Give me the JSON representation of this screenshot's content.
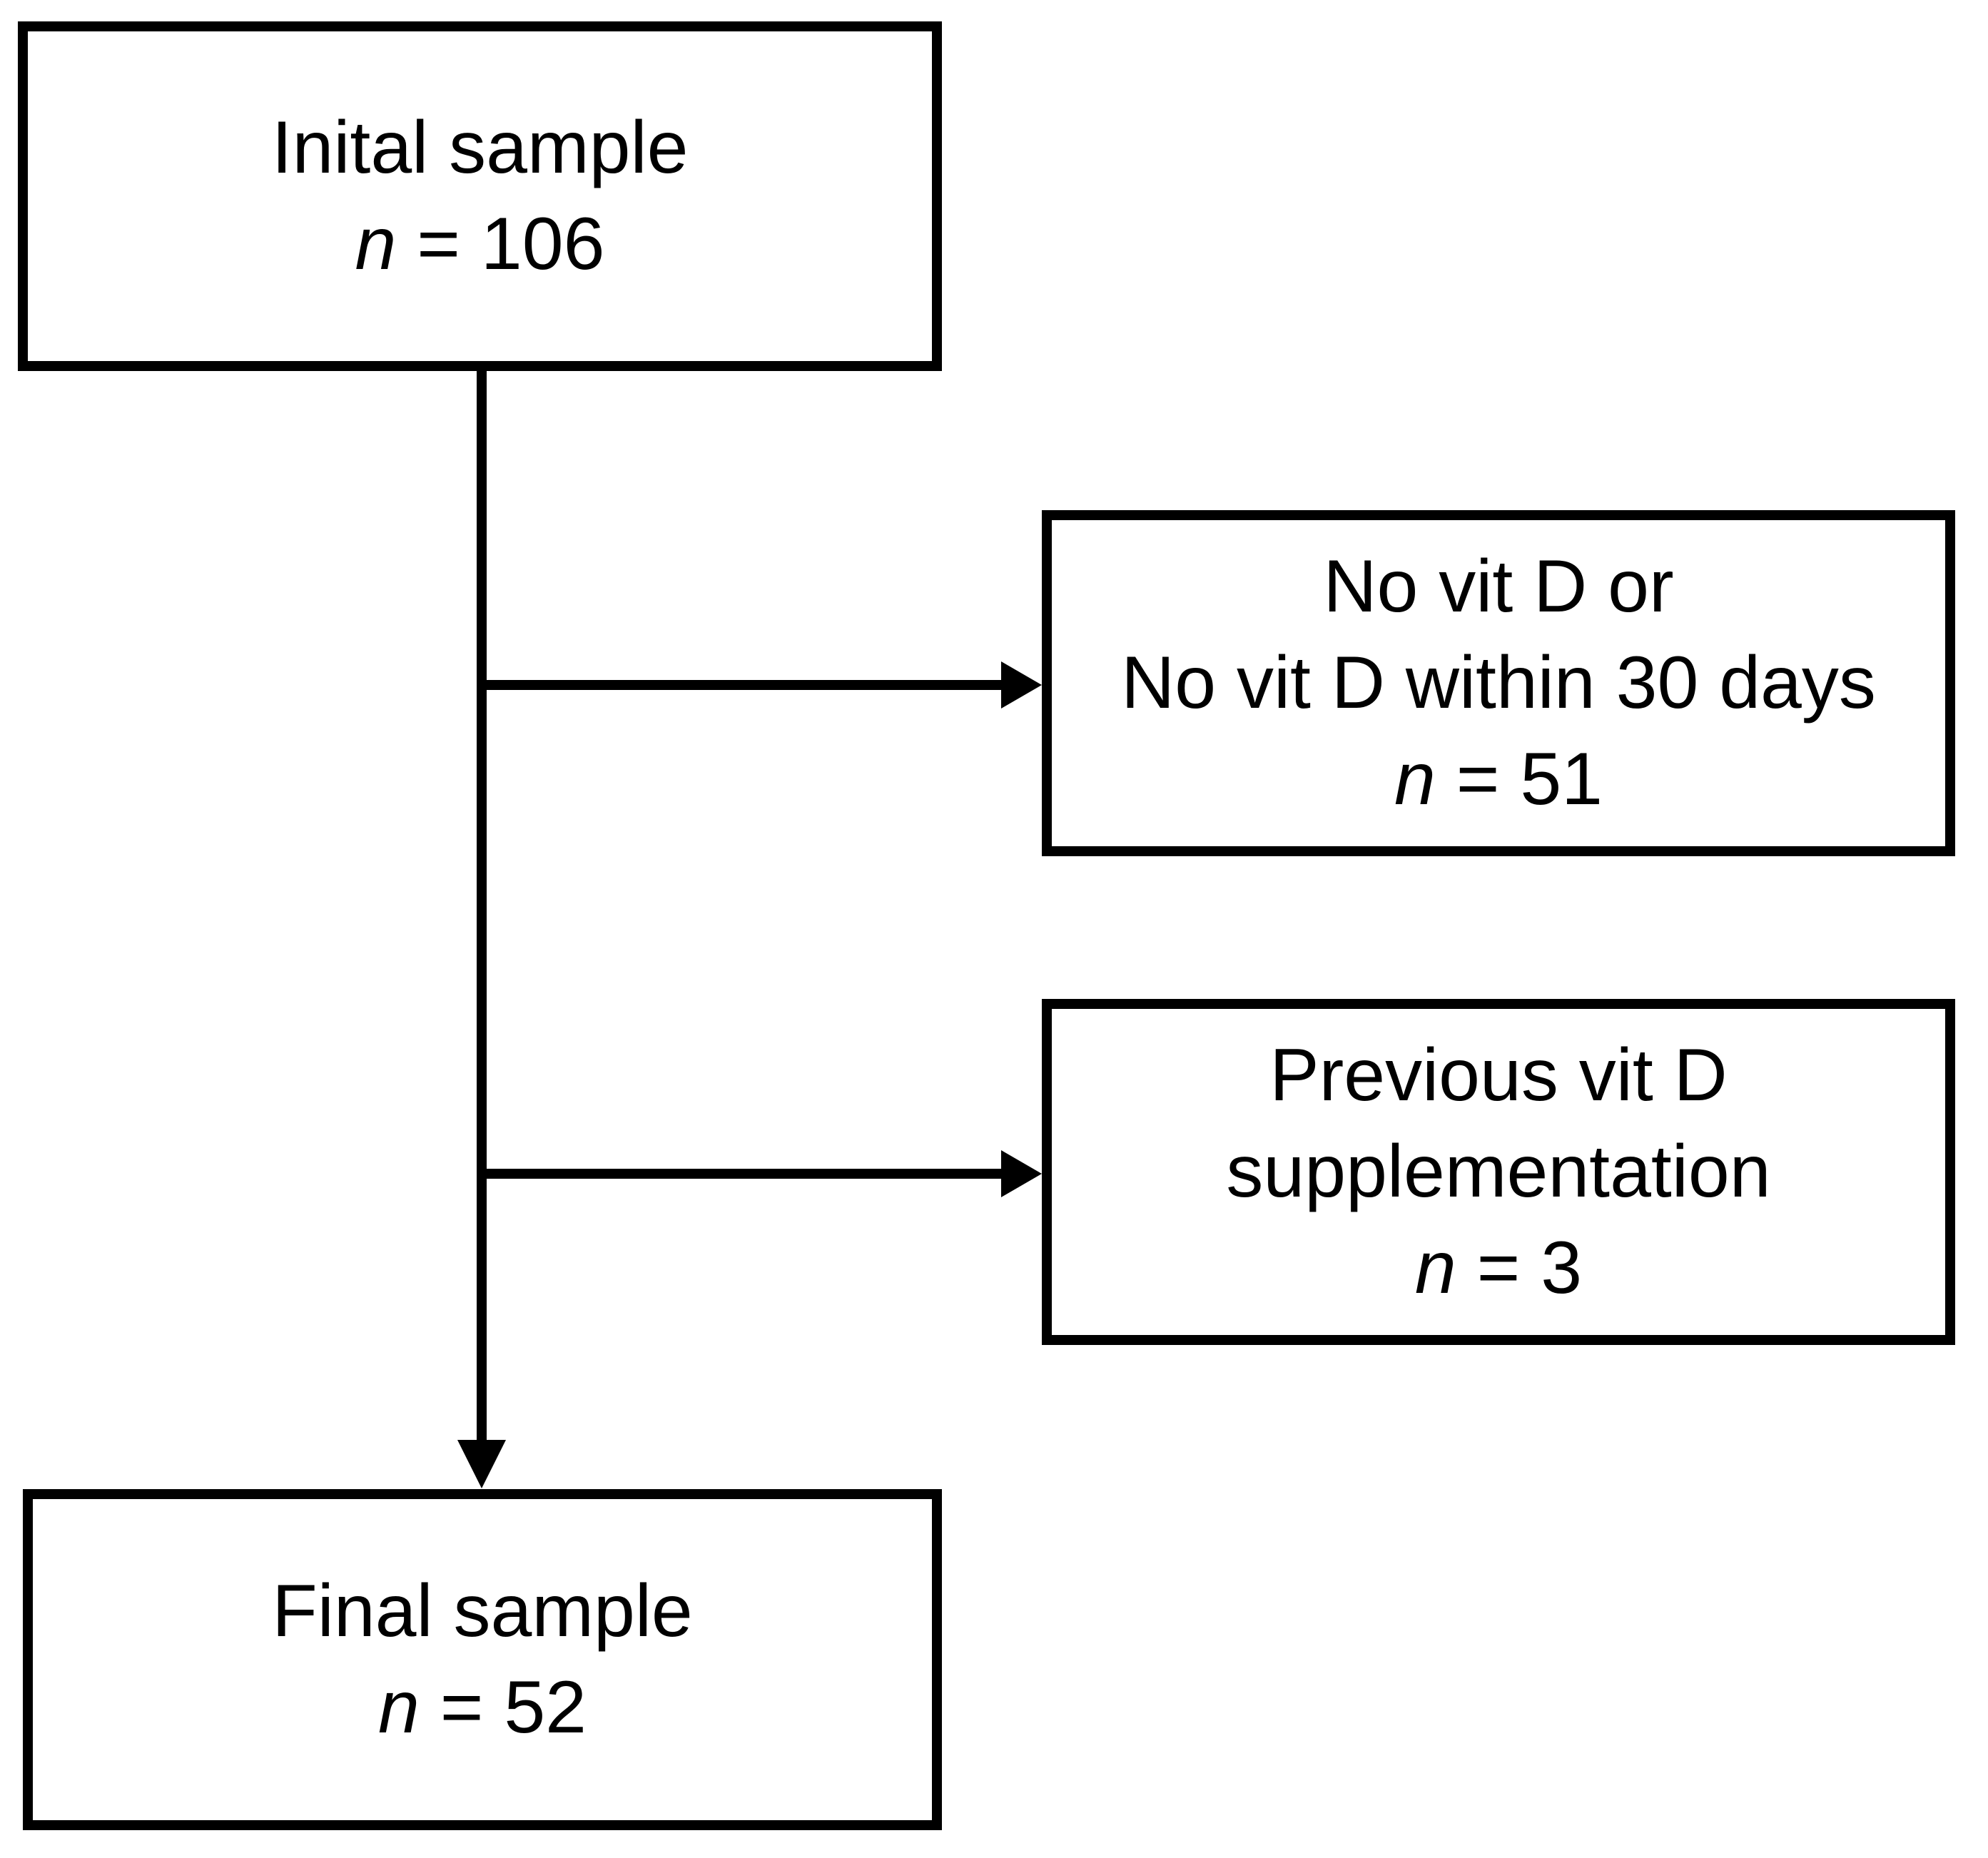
{
  "diagram": {
    "kind": "participant-flow-diagram",
    "background_color": "#ffffff",
    "line_color": "#000000"
  },
  "boxes": {
    "initial": {
      "lines": [
        "Inital sample"
      ],
      "n": {
        "symbol": "n",
        "rest": " = 106"
      }
    },
    "no_vitd": {
      "lines": [
        "No vit D or",
        "No vit D within 30 days"
      ],
      "n": {
        "symbol": "n",
        "rest": " = 51"
      }
    },
    "previous": {
      "lines": [
        "Previous vit D",
        "supplementation"
      ],
      "n": {
        "symbol": "n",
        "rest": " = 3"
      }
    },
    "final": {
      "lines": [
        "Final sample"
      ],
      "n": {
        "symbol": "n",
        "rest": " = 52"
      }
    }
  }
}
